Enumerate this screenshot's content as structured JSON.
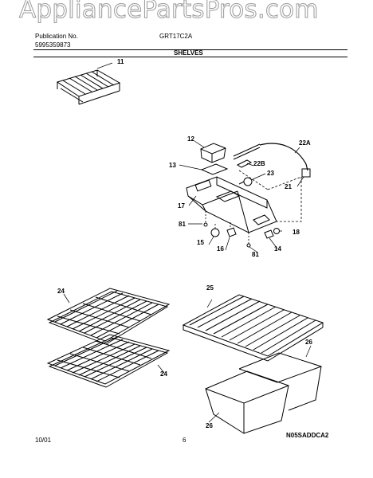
{
  "watermark": "AppliancePartsPros.com",
  "header": {
    "publication_label": "Publication No.",
    "publication_number": "5995359873",
    "model": "GRT17C2A",
    "section_title": "SHELVES"
  },
  "callouts": [
    "11",
    "12",
    "22A",
    "13",
    "22B",
    "23",
    "21",
    "17",
    "81",
    "18",
    "15",
    "16",
    "81",
    "14",
    "24",
    "24",
    "25",
    "26",
    "26"
  ],
  "footer": {
    "date": "10/01",
    "page": "6",
    "drawing_code": "N05SADDCA2"
  }
}
